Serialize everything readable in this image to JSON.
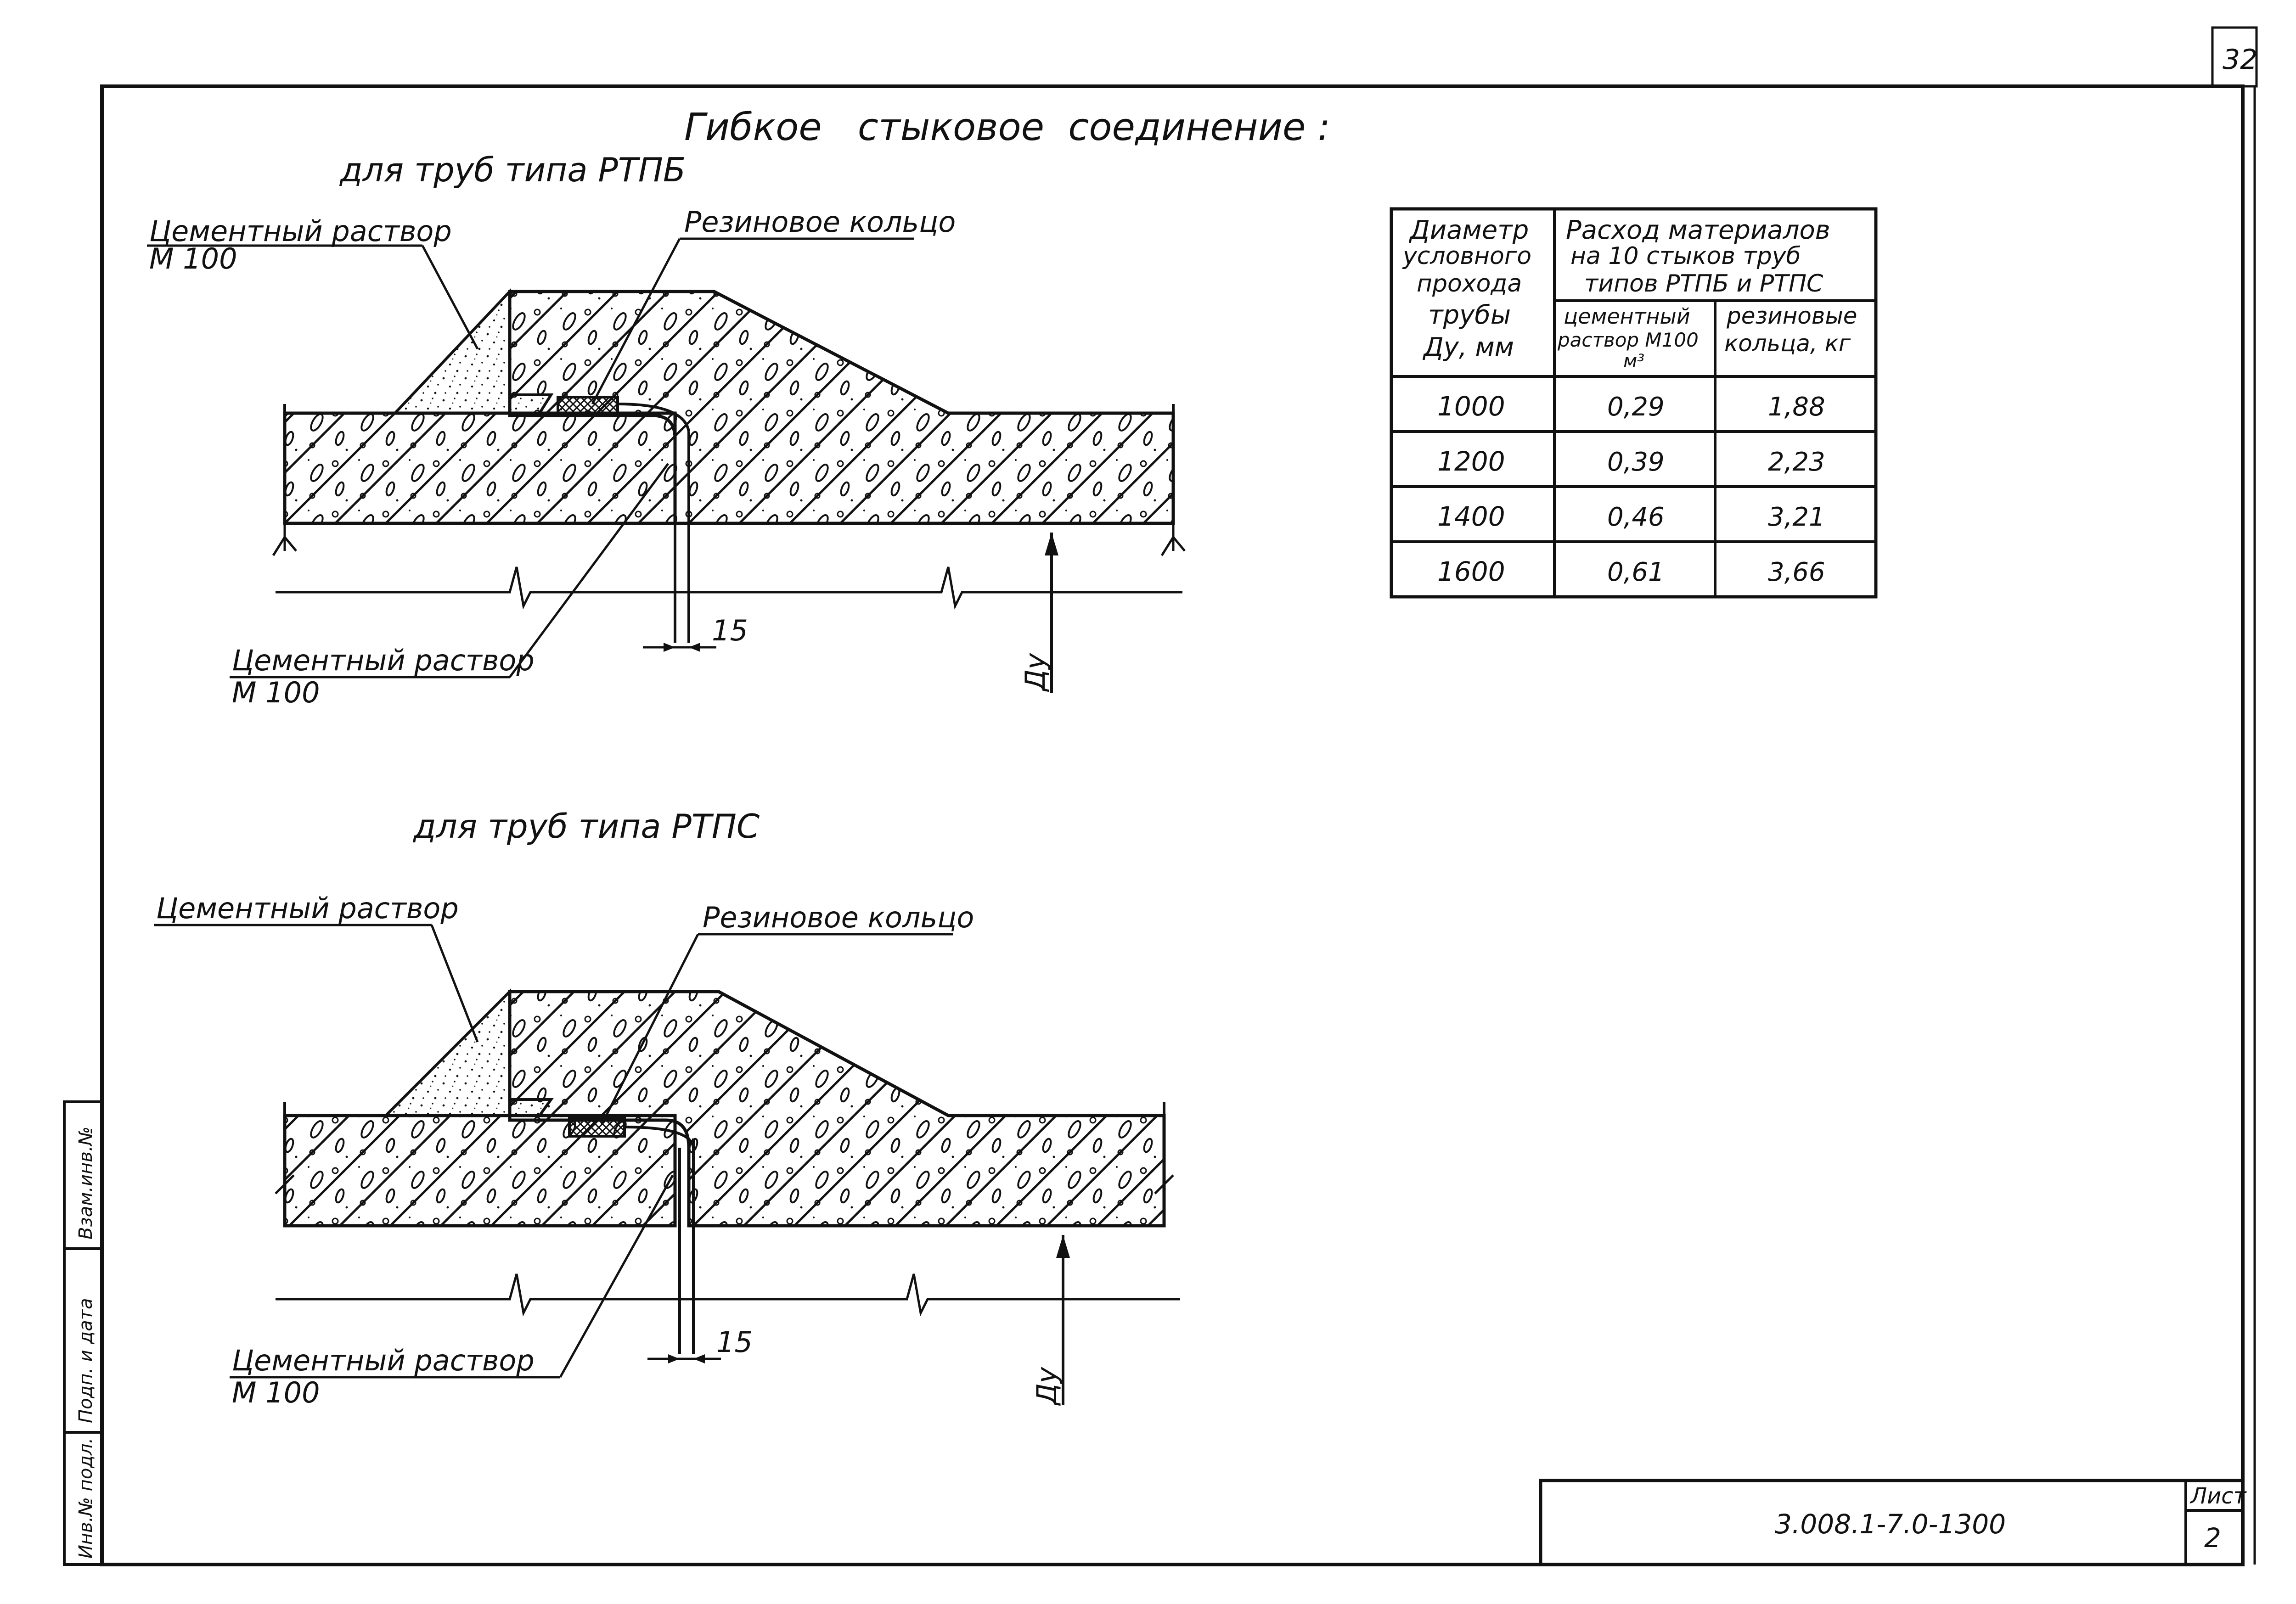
{
  "sheet_corner_number": "32",
  "title": "Гибкое   стыковое  соединение :",
  "detail_top": {
    "subtitle": "для труб типа РТПБ",
    "label_mortar_top_line1": "Цементный раствор",
    "label_mortar_top_line2": "М 100",
    "label_ring": "Резиновое кольцо",
    "label_mortar_bottom_line1": "Цементный раствор",
    "label_mortar_bottom_line2": "М 100",
    "dim_gap": "15",
    "dim_diameter": "Ду"
  },
  "detail_bottom": {
    "subtitle": "для труб типа РТПС",
    "label_mortar_top_line1": "Цементный раствор",
    "label_ring": "Резиновое кольцо",
    "label_mortar_bottom_line1": "Цементный раствор",
    "label_mortar_bottom_line2": "М 100",
    "dim_gap": "15",
    "dim_diameter": "Ду"
  },
  "table": {
    "header_col1": [
      "Диаметр",
      "условного",
      "прохода",
      "трубы",
      "Ду, мм"
    ],
    "header_group": [
      "Расход материалов",
      "на 10 стыков труб",
      "типов РТПБ и РТПС"
    ],
    "header_col2": [
      "цементный",
      "раствор М100",
      "м³"
    ],
    "header_col3": [
      "резиновые",
      "кольца, кг"
    ],
    "rows": [
      {
        "diameter": "1000",
        "mortar": "0,29",
        "rings": "1,88"
      },
      {
        "diameter": "1200",
        "mortar": "0,39",
        "rings": "2,23"
      },
      {
        "diameter": "1400",
        "mortar": "0,46",
        "rings": "3,21"
      },
      {
        "diameter": "1600",
        "mortar": "0,61",
        "rings": "3,66"
      }
    ]
  },
  "stamp": {
    "document_code": "3.008.1-7.0-1300",
    "sheet_label": "Лист",
    "sheet_number": "2"
  },
  "margin_labels": {
    "replacement_inv": "Взам.инв.№",
    "signature_date": "Подп. и дата",
    "original_inv": "Инв.№ подл."
  }
}
